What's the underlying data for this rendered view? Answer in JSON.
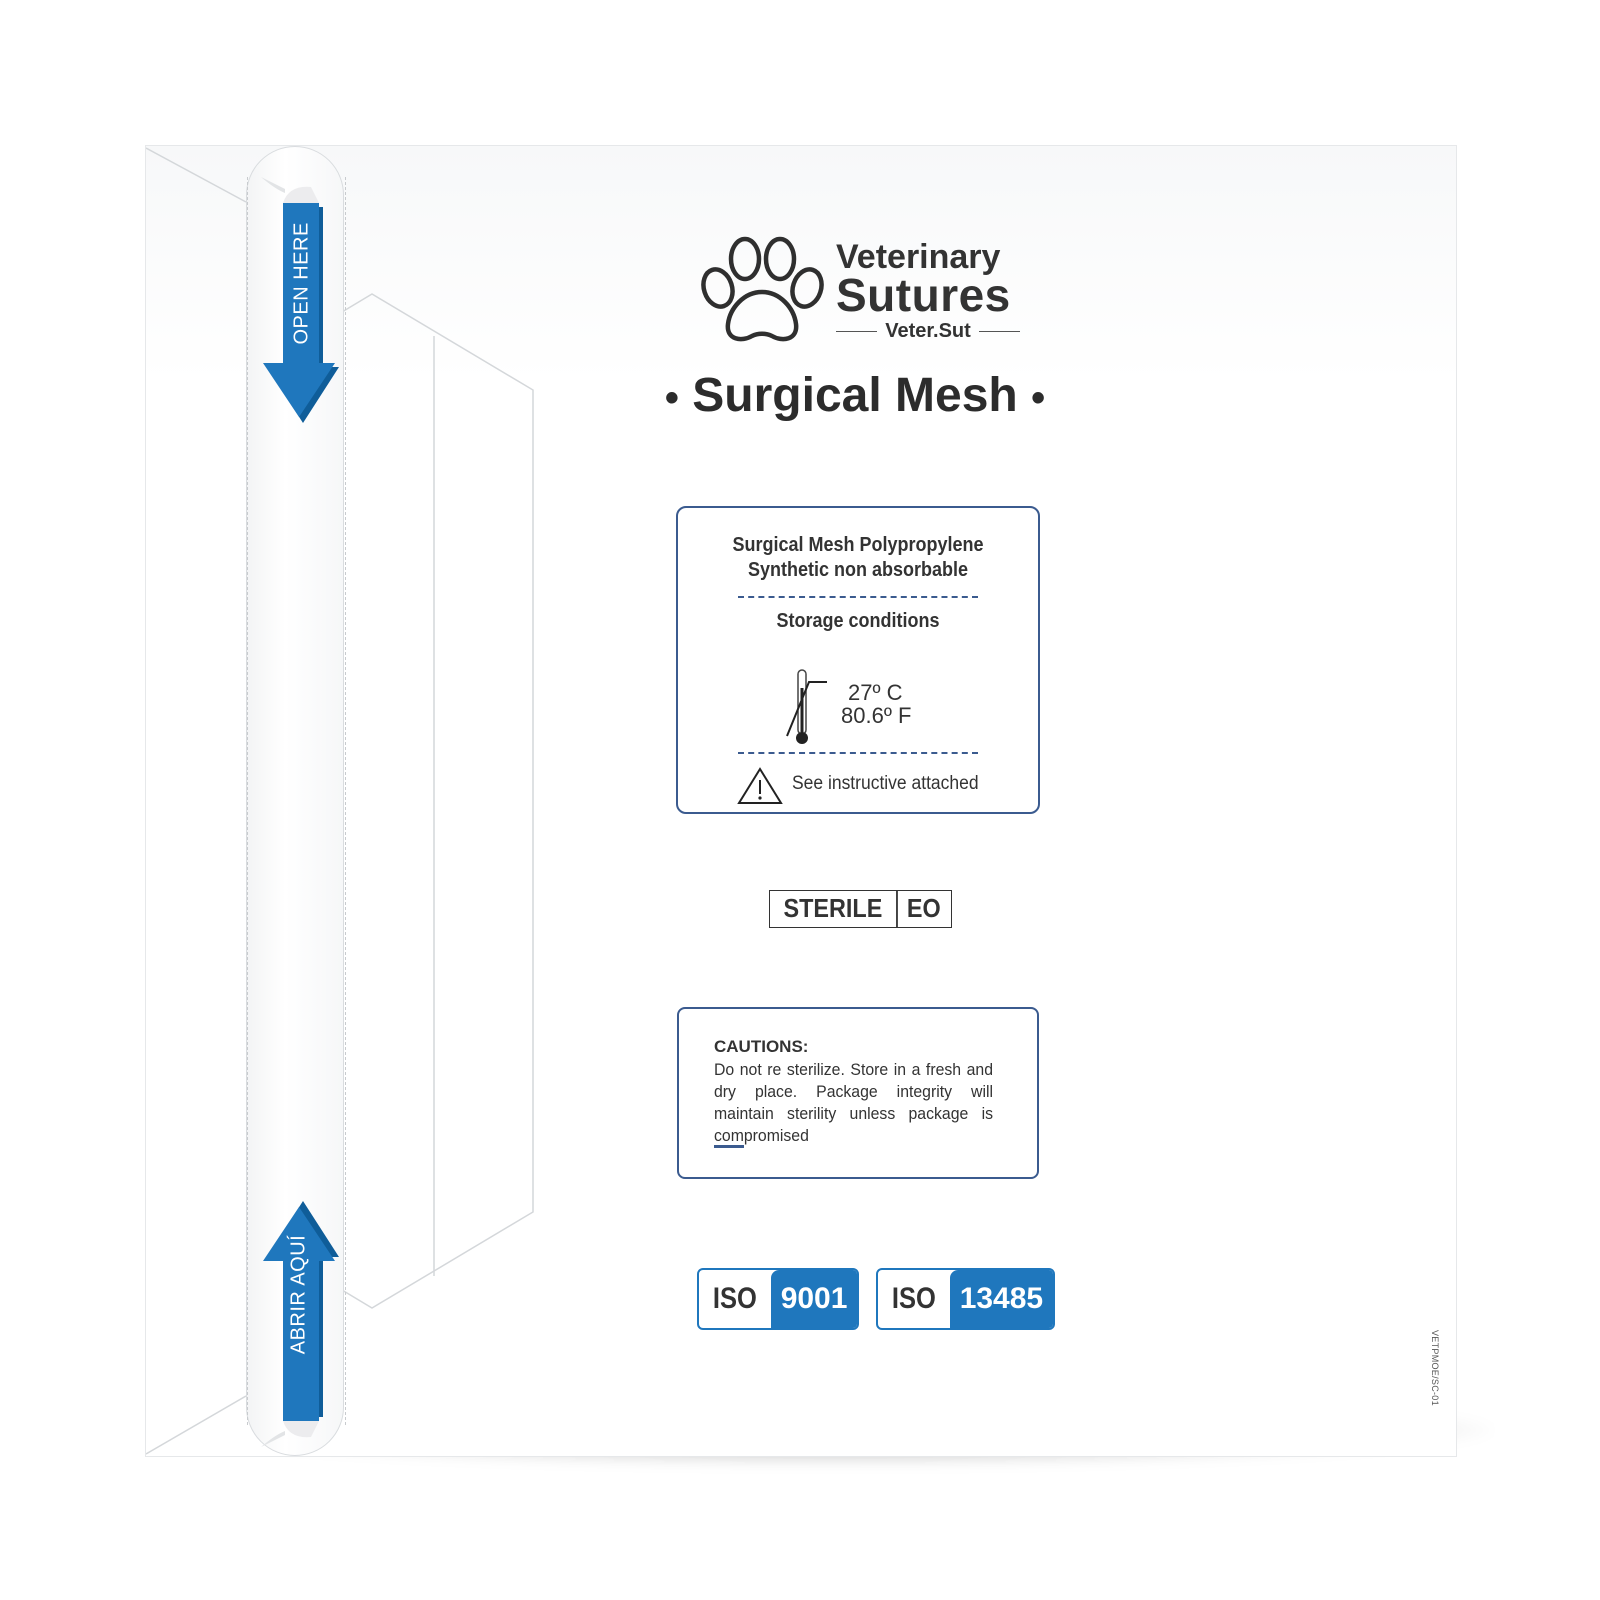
{
  "strip": {
    "top_arrow_label": "OPEN HERE",
    "bottom_arrow_label": "ABRIR AQUÍ"
  },
  "brand": {
    "line1": "Veterinary",
    "line2": "Sutures",
    "line3": "Veter.Sut",
    "logo_icon": "paw-icon"
  },
  "product_title": "Surgical Mesh",
  "label": {
    "line1": "Surgical Mesh Polypropylene",
    "line2": "Synthetic non absorbable",
    "storage_title": "Storage conditions",
    "temp_c": "27º C",
    "temp_f": "80.6º F",
    "warning": "See instructive attached",
    "thermometer_icon": "thermometer-icon",
    "warning_icon": "warning-triangle-icon"
  },
  "sterile": {
    "left": "STERILE",
    "right": "EO"
  },
  "cautions": {
    "title": "CAUTIONS:",
    "body": "Do not re sterilize. Store in a fresh and dry place. Package integrity will maintain sterility unless package is compromised"
  },
  "iso": [
    {
      "label": "ISO",
      "number": "9001"
    },
    {
      "label": "ISO",
      "number": "13485"
    }
  ],
  "ref_code": "VETPMOE/SC-01",
  "colors": {
    "accent_blue": "#1f77bd",
    "border_navy": "#3b5b8f",
    "text_dark": "#333333"
  }
}
